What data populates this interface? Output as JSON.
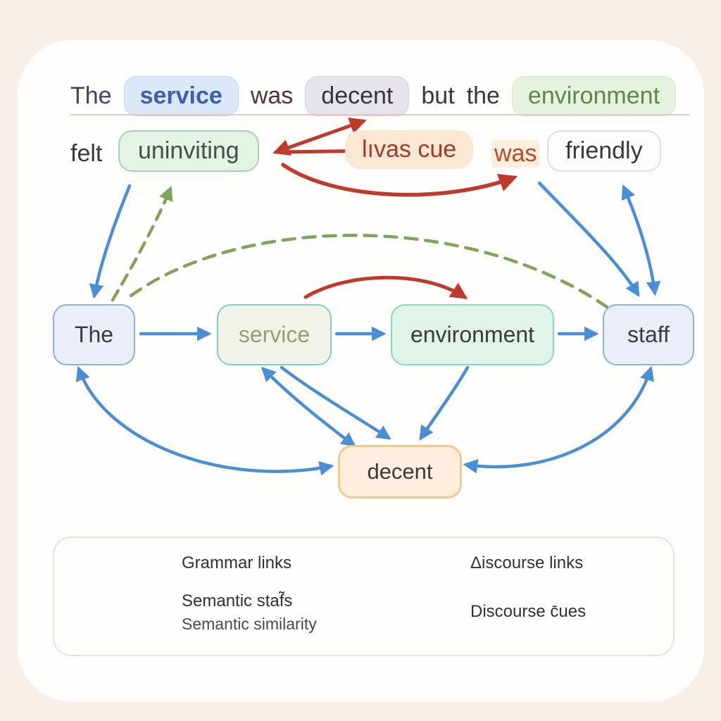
{
  "sentence": {
    "line1": [
      {
        "text": "The"
      },
      {
        "text": "service",
        "highlight": "blue-pill"
      },
      {
        "text": "was"
      },
      {
        "text": "decent",
        "highlight": "lavender-pill"
      },
      {
        "text": "but"
      },
      {
        "text": "the"
      },
      {
        "text": "environment",
        "highlight": "green-pill"
      }
    ],
    "line2": [
      {
        "text": "felt"
      },
      {
        "text": "uninviting",
        "highlight": "mint-pill"
      },
      {
        "text": "lıvas cue",
        "highlight": "peach-pill"
      },
      {
        "text": "was",
        "highlight": "peach-tint"
      },
      {
        "text": "friendly",
        "highlight": "white-pill"
      }
    ]
  },
  "graph": {
    "nodes": [
      {
        "label": "The"
      },
      {
        "label": "service"
      },
      {
        "label": "environment"
      },
      {
        "label": "staff"
      },
      {
        "label": "decent"
      }
    ]
  },
  "legend": {
    "items": [
      {
        "icon": "blue-solid-arrow",
        "label": "Grammar links"
      },
      {
        "icon": "green-dashed-arrow",
        "label": "Semantic staf̃s",
        "sublabel": "Semantic similarity"
      },
      {
        "icon": "red-blue-arrow",
        "label": "Δiscourse links"
      },
      {
        "icon": "red-curved-arrow",
        "label": "Discourse c̄ues"
      }
    ]
  },
  "colors": {
    "background": "#f8efe8",
    "card": "#fffefd",
    "grammar_blue": "#4a8fd3",
    "semantic_green": "#7fa45b",
    "discourse_red": "#bf3a2b",
    "legend_blue_tail": "#3f66c0",
    "underline_pink": "#e7c9bc",
    "service_pill_bg": "#dbe8f8",
    "decent_pill_bg": "#e8e4ee",
    "environment_pill_bg": "#e5f2dd",
    "uninviting_pill_bg": "#e3f3e5",
    "livas_pill_bg": "#fbe8d3",
    "node_blue_bg": "#e9eef9",
    "node_blue_border": "#8fb0e0",
    "node_teal_border": "#7ad0c6",
    "decent_node_bg": "#fdeedd",
    "decent_node_border": "#f0c894"
  }
}
